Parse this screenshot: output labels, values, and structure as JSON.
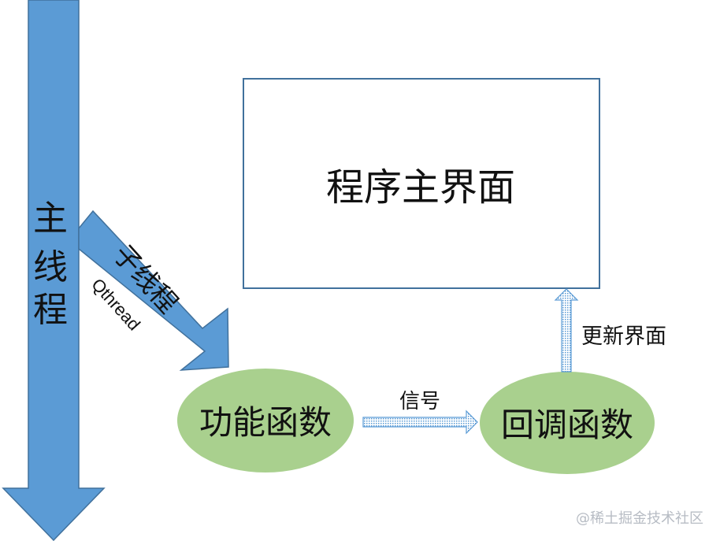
{
  "main_thread": {
    "label_chars": [
      "主",
      "线",
      "程"
    ]
  },
  "sub_thread": {
    "label": "子线程",
    "sublabel": "Qthread"
  },
  "main_window": {
    "label": "程序主界面"
  },
  "function_node": {
    "label": "功能函数"
  },
  "callback_node": {
    "label": "回调函数"
  },
  "signal_arrow": {
    "label": "信号"
  },
  "update_arrow": {
    "label": "更新界面"
  },
  "watermark": {
    "text": "@稀土掘金技术社区"
  },
  "colors": {
    "arrow_fill": "#5b9bd5",
    "arrow_stroke": "#41719c",
    "ellipse_fill": "#a9d08e",
    "box_stroke": "#41719c",
    "dotted_arrow": "#5b9bd5"
  }
}
